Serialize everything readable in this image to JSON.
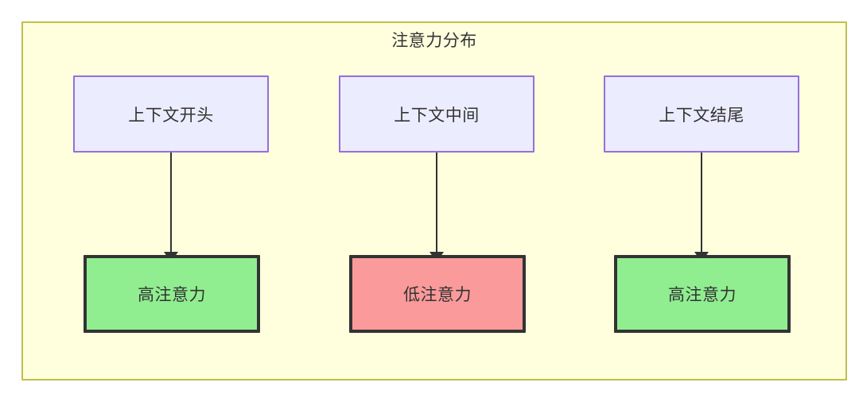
{
  "diagram": {
    "title": "注意力分布",
    "container": {
      "fill": "#ffffde",
      "stroke": "#bfbf4e"
    },
    "nodes": {
      "source": [
        {
          "id": "context-start",
          "label": "上下文开头"
        },
        {
          "id": "context-middle",
          "label": "上下文中间"
        },
        {
          "id": "context-end",
          "label": "上下文结尾"
        }
      ],
      "result": [
        {
          "id": "high-attention-start",
          "label": "高注意力",
          "level": "high",
          "fill": "#90ee90"
        },
        {
          "id": "low-attention-middle",
          "label": "低注意力",
          "level": "low",
          "fill": "#fa9a9a"
        },
        {
          "id": "high-attention-end",
          "label": "高注意力",
          "level": "high",
          "fill": "#90ee90"
        }
      ]
    },
    "edges": [
      {
        "from": "context-start",
        "to": "high-attention-start"
      },
      {
        "from": "context-middle",
        "to": "low-attention-middle"
      },
      {
        "from": "context-end",
        "to": "high-attention-end"
      }
    ]
  }
}
